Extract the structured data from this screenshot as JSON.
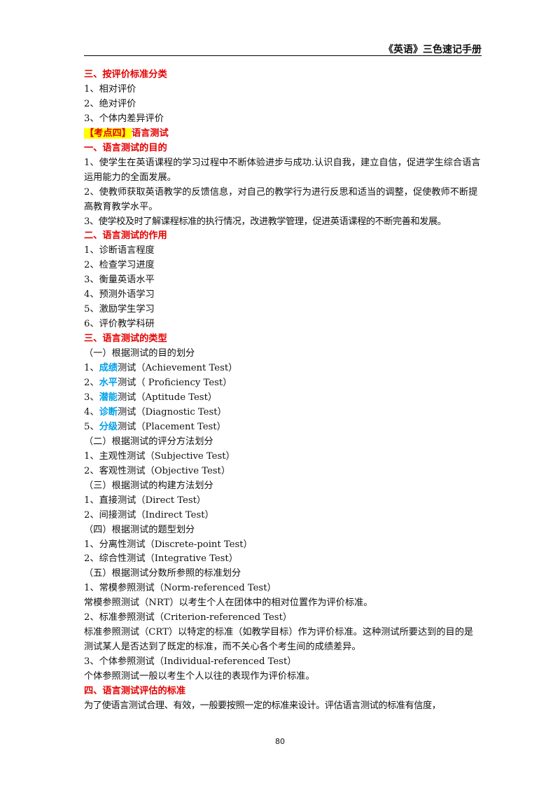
{
  "header": {
    "title": "《英语》三色速记手册"
  },
  "content": {
    "s3_heading": "三、按评价标准分类",
    "s3_items": [
      "1、相对评价",
      "2、绝对评价",
      "3、个体内差异评价"
    ],
    "kaodian": {
      "tag": "【考点四】",
      "title": "语言测试"
    },
    "p1_heading": "一、语言测试的目的",
    "p1_items": [
      "1、使学生在英语课程的学习过程中不断体验进步与成功.认识自我，建立自信，促进学生综合语言运用能力的全面发展。",
      "2、使教师获取英语教学的反馈信息，对自己的教学行为进行反思和适当的调整，促使教师不断提高教育教学水平。",
      "3、使学校及时了解课程标准的执行情况，改进教学管理，促进英语课程的不断完善和发展。"
    ],
    "p2_heading": "二、语言测试的作用",
    "p2_items": [
      "1、诊断语言程度",
      "2、检查学习进度",
      "3、衡量英语水平",
      "4、预测外语学习",
      "5、激励学生学习",
      "6、评价教学科研"
    ],
    "p3_heading": "三、语言测试的类型",
    "sub1": "（一）根据测试的目的划分",
    "purpose_items": [
      {
        "pre": "1、",
        "hl": "成绩",
        "post": "测试（Achievement Test）"
      },
      {
        "pre": "2、",
        "hl": "水平",
        "post": "测试（ Proficiency Test）"
      },
      {
        "pre": "3、",
        "hl": "潜能",
        "post": "测试（Aptitude Test）"
      },
      {
        "pre": "4、",
        "hl": "诊断",
        "post": "测试（Diagnostic Test）"
      },
      {
        "pre": "5、",
        "hl": "分级",
        "post": "测试（Placement Test）"
      }
    ],
    "sub2": "（二）根据测试的评分方法划分",
    "sub2_items": [
      "1、主观性测试（Subjective Test）",
      "2、客观性测试（Objective Test）"
    ],
    "sub3": "（三）根据测试的构建方法划分",
    "sub3_items": [
      "1、直接测试（Direct Test）",
      "2、间接测试（Indirect Test）"
    ],
    "sub4": "（四）根据测试的题型划分",
    "sub4_items": [
      "1、分离性测试（Discrete-point Test）",
      "2、综合性测试（Integrative Test）"
    ],
    "sub5": "（五）根据测试分数所参照的标准划分",
    "sub5_lines": [
      "1、常模参照测试（Norm-referenced Test）",
      "常模参照测试（NRT）以考生个人在团体中的相对位置作为评价标准。",
      "2、标准参照测试（Criterion-referenced Test）",
      "标准参照测试（CRT）以特定的标准（如教学目标）作为评价标准。这种测试所要达到的目的是测试某人是否达到了既定的标准，而不关心各个考生间的成绩差异。",
      "3、个体参照测试（Individual-referenced Test）",
      "个体参照测试一般以考生个人以往的表现作为评价标准。"
    ],
    "p4_heading": "四、语言测试评估的标准",
    "p4_text": "为了使语言测试合理、有效，一般要按照一定的标准来设计。评估语言测试的标准有信度，"
  },
  "footer": {
    "page_number": "80"
  }
}
